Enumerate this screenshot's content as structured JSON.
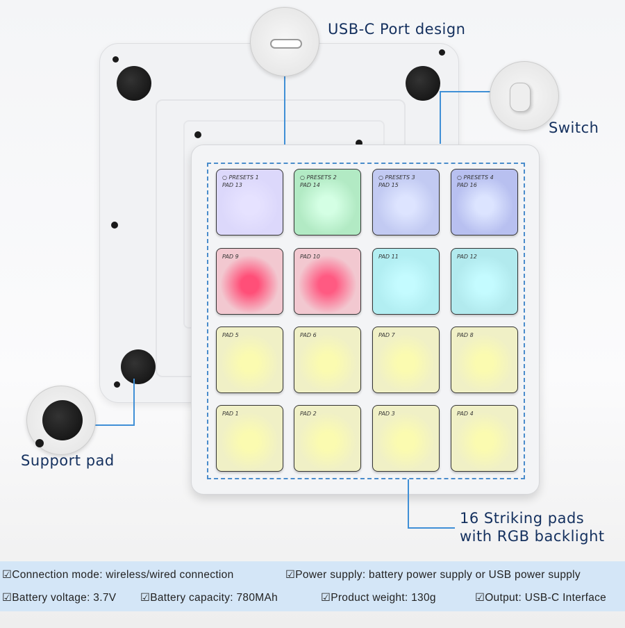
{
  "callouts": {
    "usb": "USB-C Port design",
    "switch": "Switch",
    "support": "Support pad",
    "pads": [
      "16 Striking pads",
      "with RGB backlight"
    ]
  },
  "pads": [
    {
      "preset": "PRESETS 1",
      "label": "PAD 13",
      "color": "#dcd8fb",
      "glow": "#e6e2ff"
    },
    {
      "preset": "PRESETS 2",
      "label": "PAD 14",
      "color": "#b2eac4",
      "glow": "#d4ffe4"
    },
    {
      "preset": "PRESETS 3",
      "label": "PAD 15",
      "color": "#c2caf2",
      "glow": "#dde4ff"
    },
    {
      "preset": "PRESETS 4",
      "label": "PAD 16",
      "color": "#b8c0f0",
      "glow": "#dce4ff"
    },
    {
      "label": "PAD 9",
      "color": "#f2c8d0",
      "glow": "#ff4f78"
    },
    {
      "label": "PAD 10",
      "color": "#f2c8d0",
      "glow": "#ff5a82"
    },
    {
      "label": "PAD 11",
      "color": "#b2eef2",
      "glow": "#c4fbff"
    },
    {
      "label": "PAD 12",
      "color": "#b2eaee",
      "glow": "#c4fbff"
    },
    {
      "label": "PAD 5",
      "color": "#f0f0c6",
      "glow": "#fbfbb0"
    },
    {
      "label": "PAD 6",
      "color": "#f0f0c6",
      "glow": "#fbfbb0"
    },
    {
      "label": "PAD 7",
      "color": "#f0f0c6",
      "glow": "#fbfbb0"
    },
    {
      "label": "PAD 8",
      "color": "#f0f0c6",
      "glow": "#fbfbb0"
    },
    {
      "label": "PAD 1",
      "color": "#f0f0c6",
      "glow": "#fbfbb0"
    },
    {
      "label": "PAD 2",
      "color": "#f0f0c6",
      "glow": "#fbfbb0"
    },
    {
      "label": "PAD 3",
      "color": "#f0f0c6",
      "glow": "#fbfbb0"
    },
    {
      "label": "PAD 4",
      "color": "#f0f0c6",
      "glow": "#fbfbb0"
    }
  ],
  "specs": [
    "☑Connection mode: wireless/wired connection",
    "☑Power supply: battery power supply or USB power supply",
    "☑Battery voltage: 3.7V",
    "☑Battery capacity: 780MAh",
    "☑Product weight: 130g",
    "☑Output: USB-C Interface"
  ]
}
